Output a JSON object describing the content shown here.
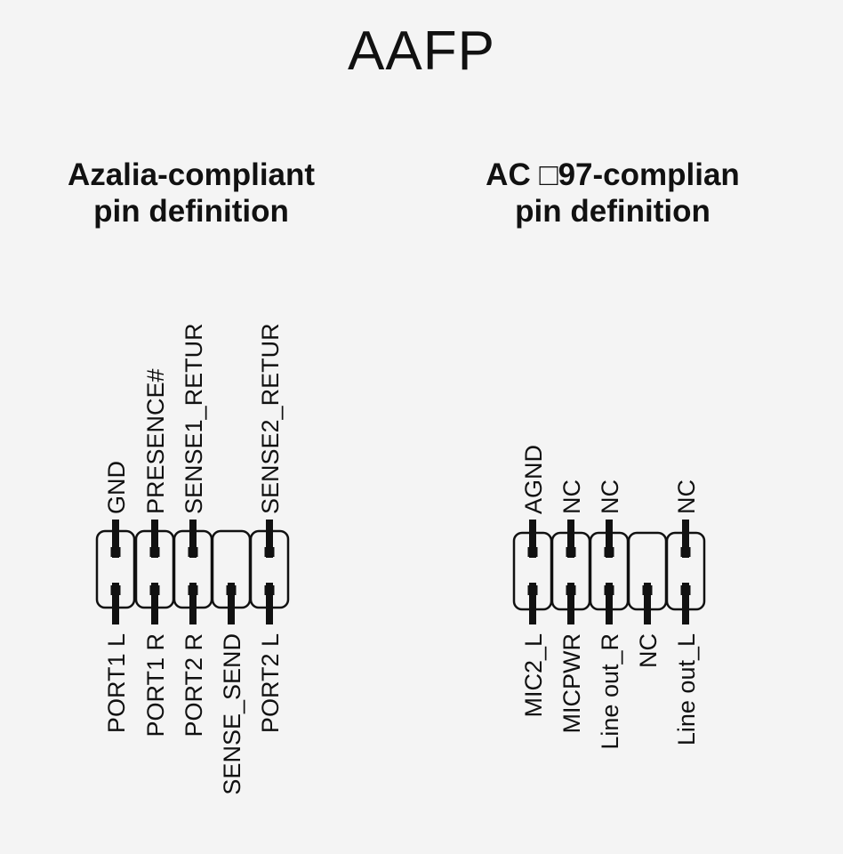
{
  "title": "AAFP",
  "azalia": {
    "heading_line1": "Azalia-compliant",
    "heading_line2": "pin definition",
    "top_pins": [
      "GND",
      "PRESENCE#",
      "SENSE1_RETUR",
      "",
      "SENSE2_RETUR"
    ],
    "bottom_pins": [
      "PORT1 L",
      "PORT1 R",
      "PORT2 R",
      "SENSE_SEND",
      "PORT2 L"
    ]
  },
  "ac97": {
    "heading_line1": "AC □97-complian",
    "heading_line2": "pin definition",
    "top_pins": [
      "AGND",
      "NC",
      "NC",
      "",
      "NC"
    ],
    "bottom_pins": [
      "MIC2_L",
      "MICPWR",
      "Line out_R",
      "NC",
      "Line out_L"
    ]
  },
  "colors": {
    "ink": "#111111",
    "background": "#f4f4f4"
  }
}
